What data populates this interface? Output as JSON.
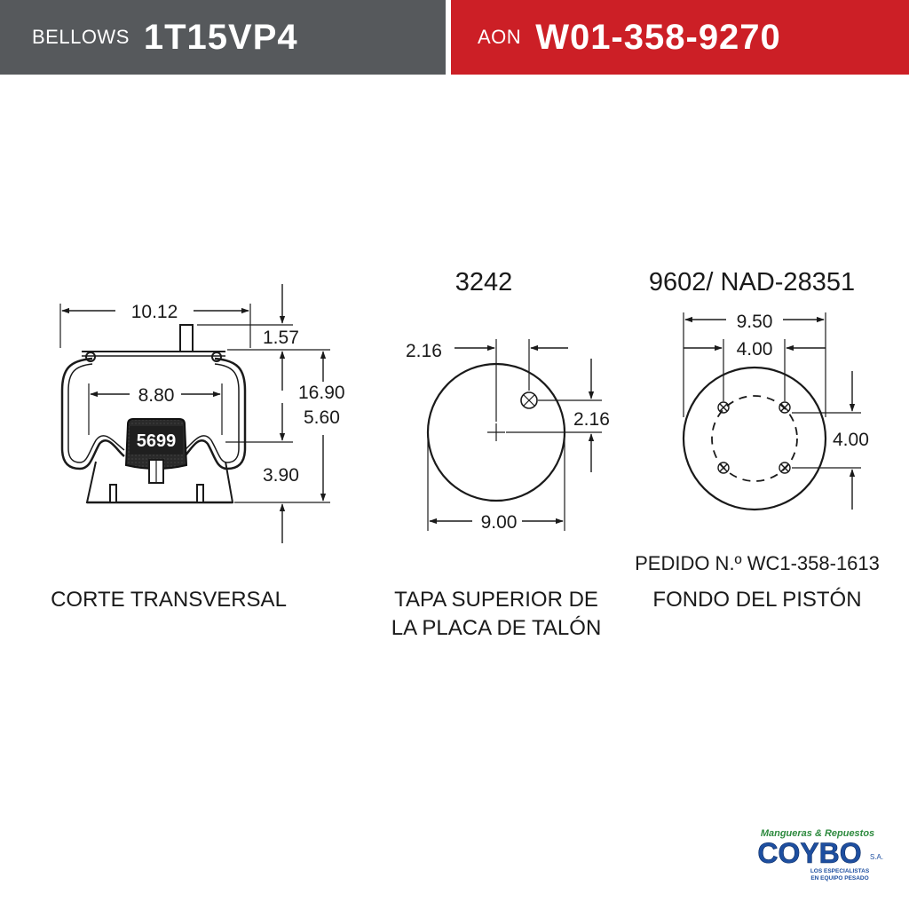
{
  "header": {
    "left_label": "BELLOWS",
    "left_value": "1T15VP4",
    "right_label": "AON",
    "right_value": "W01-358-9270",
    "left_color": "#56595c",
    "right_color": "#cc1f26"
  },
  "cross_section": {
    "dims": {
      "width": "10.12",
      "inner_width": "8.80",
      "stud_height": "1.57",
      "height_total": "16.90",
      "height_mid": "5.60",
      "height_base": "3.90"
    },
    "bumper_label": "5699",
    "caption": "CORTE TRANSVERSAL"
  },
  "bead_plate": {
    "title": "3242",
    "dims": {
      "offset_x": "2.16",
      "offset_y": "2.16",
      "diameter": "9.00"
    },
    "caption_line1": "TAPA SUPERIOR DE",
    "caption_line2": "LA PLACA DE TALÓN"
  },
  "piston": {
    "title": "9602/ NAD-28351",
    "dims": {
      "diameter": "9.50",
      "bolt_spacing_x": "4.00",
      "bolt_spacing_y": "4.00"
    },
    "order_note": "PEDIDO N.º WC1-358-1613",
    "caption": "FONDO DEL PISTÓN"
  },
  "logo": {
    "tagline": "Mangueras & Repuestos",
    "brand": "COYBO",
    "suffix": "S.A.",
    "sub_line1": "LOS ESPECIALISTAS",
    "sub_line2": "EN EQUIPO PESADO",
    "colors": {
      "tagline": "#2d8a3e",
      "brand": "#1e4fa0"
    }
  }
}
